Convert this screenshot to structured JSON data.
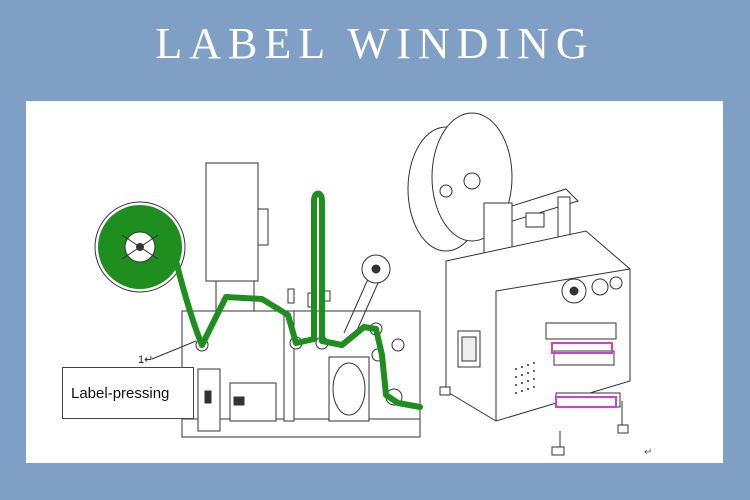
{
  "header": {
    "title": "LABEL WINDING"
  },
  "diagram": {
    "callout_label": "Label-pressing",
    "callout_number": "1↵",
    "return_mark": "↵",
    "colors": {
      "background": "#7f9fc4",
      "panel": "#ffffff",
      "label_path": "#1e8f1e",
      "outline": "#333333",
      "highlight": "#d040d0"
    }
  }
}
